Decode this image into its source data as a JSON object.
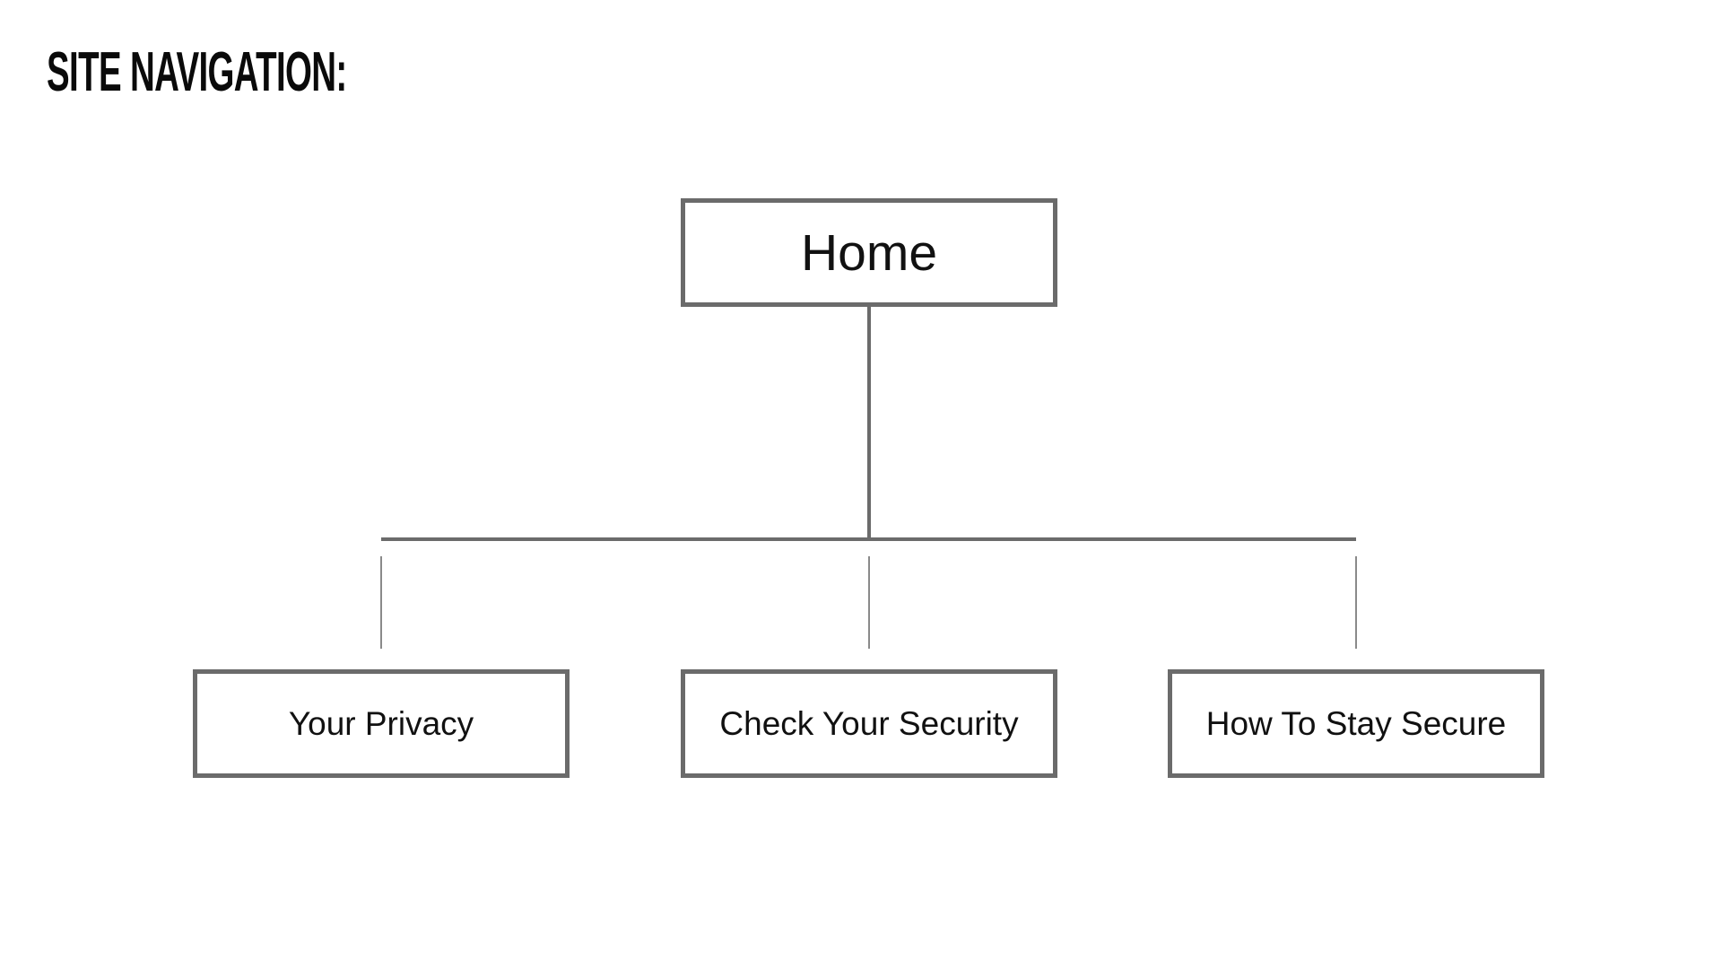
{
  "title": "SITE NAVIGATION:",
  "diagram": {
    "type": "site-map-tree",
    "root": {
      "label": "Home"
    },
    "children": [
      {
        "label": "Your Privacy"
      },
      {
        "label": "Check Your Security"
      },
      {
        "label": "How To Stay Secure"
      }
    ],
    "colors": {
      "box_border": "#6b6b6b",
      "connector": "#6b6b6b",
      "text": "#111111",
      "background": "#ffffff"
    }
  }
}
